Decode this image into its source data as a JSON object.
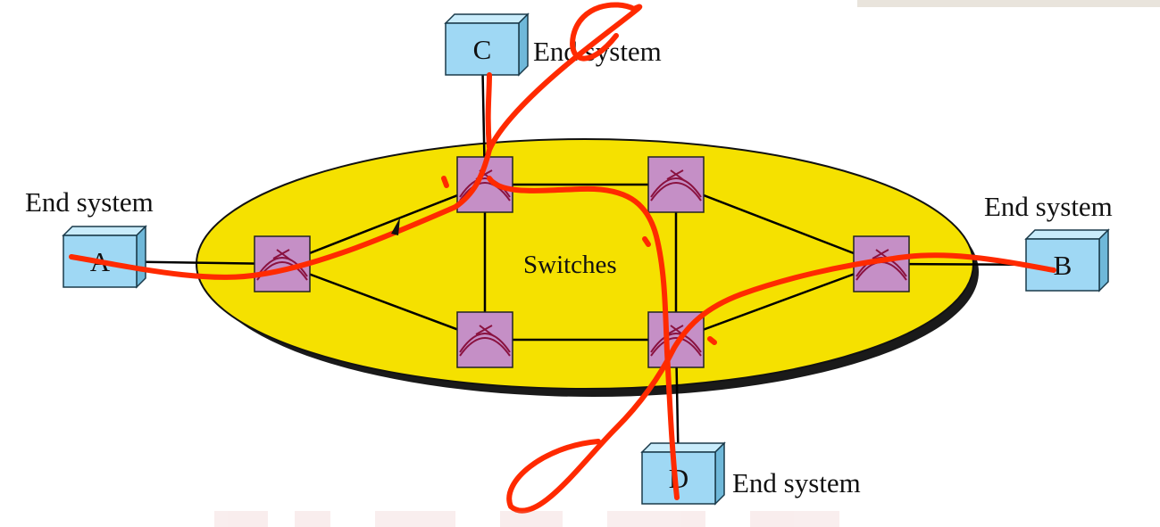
{
  "diagram": {
    "network_label": "Switches",
    "colors": {
      "network": "#f5e100",
      "switch": "#c58fc6",
      "end_system": "#9fd8f4",
      "annotation": "#ff2a00",
      "link": "#000000"
    },
    "end_systems": [
      {
        "id": "A",
        "letter": "A",
        "caption": "End system"
      },
      {
        "id": "B",
        "letter": "B",
        "caption": "End system"
      },
      {
        "id": "C",
        "letter": "C",
        "caption": "End system"
      },
      {
        "id": "D",
        "letter": "D",
        "caption": "End system"
      }
    ],
    "switches": [
      "S1",
      "S2",
      "S3",
      "S4",
      "S5",
      "S6"
    ],
    "links": [
      [
        "A",
        "S1"
      ],
      [
        "S1",
        "S2"
      ],
      [
        "S1",
        "S4"
      ],
      [
        "S2",
        "S3"
      ],
      [
        "S2",
        "S4"
      ],
      [
        "S3",
        "S5"
      ],
      [
        "S3",
        "S6"
      ],
      [
        "S4",
        "S5"
      ],
      [
        "S5",
        "S6"
      ],
      [
        "S6",
        "B"
      ],
      [
        "C",
        "S2"
      ],
      [
        "D",
        "S5"
      ]
    ]
  }
}
